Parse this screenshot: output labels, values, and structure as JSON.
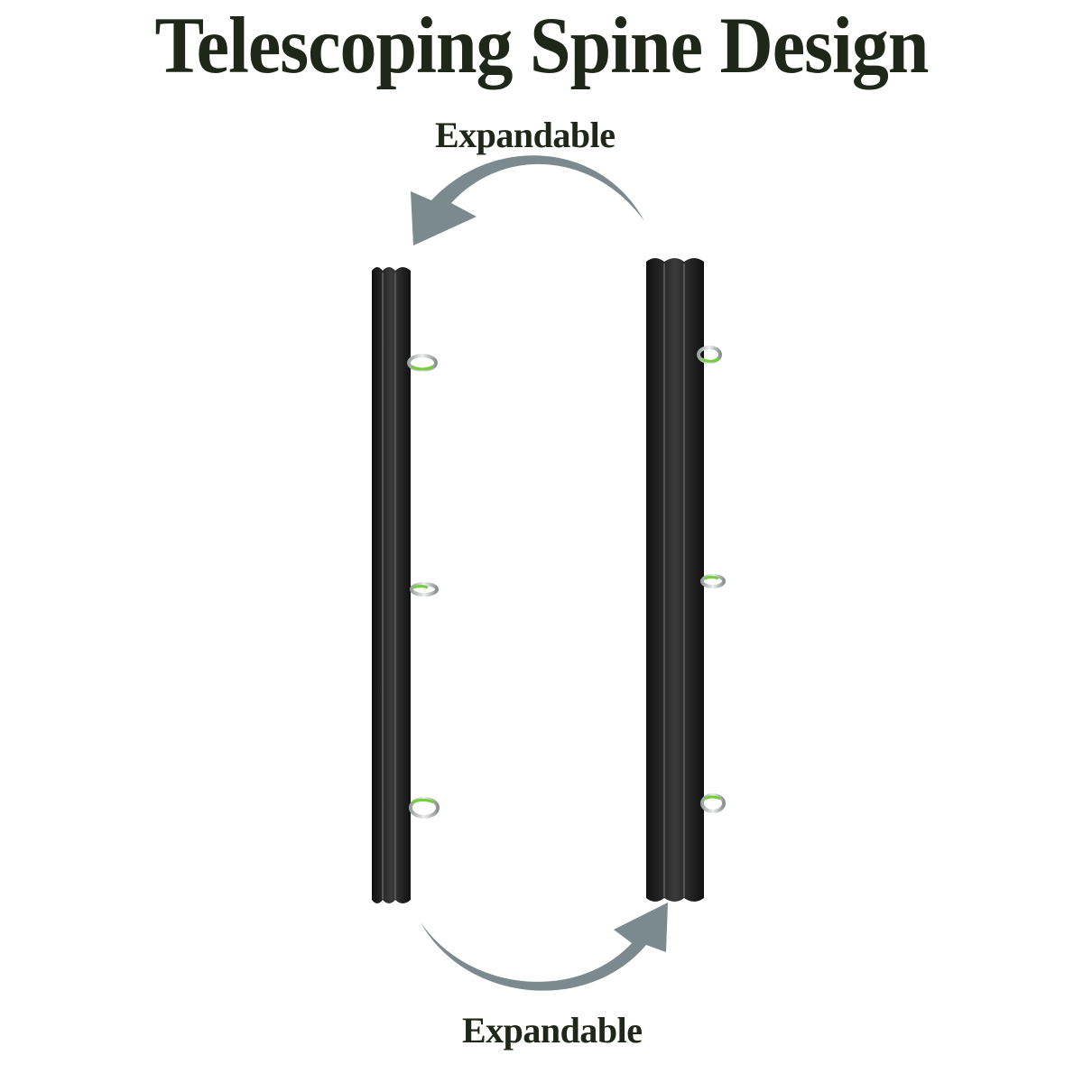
{
  "title": "Telescoping Spine Design",
  "labels": {
    "top": "Expandable",
    "bottom": "Expandable"
  },
  "colors": {
    "text": "#1f2718",
    "arrow": "#7b8a8f",
    "spine": "#222222",
    "ring_accent": "#6fd13a",
    "ring_metal": "#b8bcbc"
  },
  "icons": {
    "top_arrow": "curved-arrow-left-icon",
    "bottom_arrow": "curved-arrow-right-icon"
  }
}
